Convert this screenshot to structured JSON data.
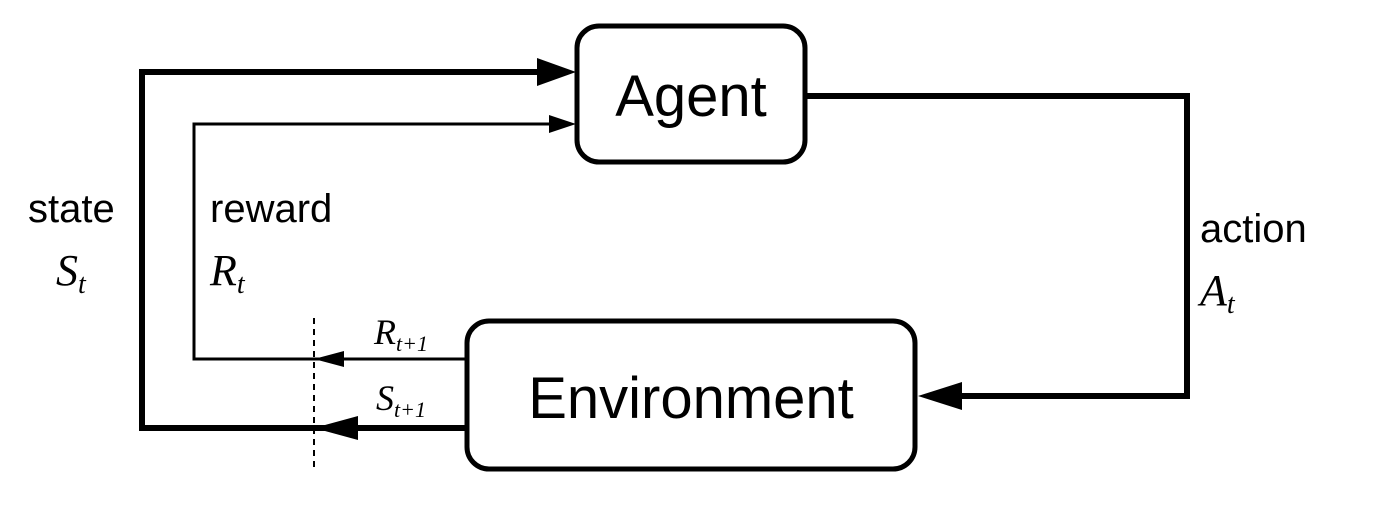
{
  "agent": {
    "label": "Agent"
  },
  "environment": {
    "label": "Environment"
  },
  "state": {
    "word": "state",
    "symbol": "S",
    "subscript": "t"
  },
  "reward": {
    "word": "reward",
    "symbol": "R",
    "subscript": "t"
  },
  "action": {
    "word": "action",
    "symbol": "A",
    "subscript": "t"
  },
  "next_reward": {
    "symbol": "R",
    "subscript": "t+1"
  },
  "next_state": {
    "symbol": "S",
    "subscript": "t+1"
  },
  "colors": {
    "stroke": "#000000",
    "box_fill": "#ffffff"
  }
}
